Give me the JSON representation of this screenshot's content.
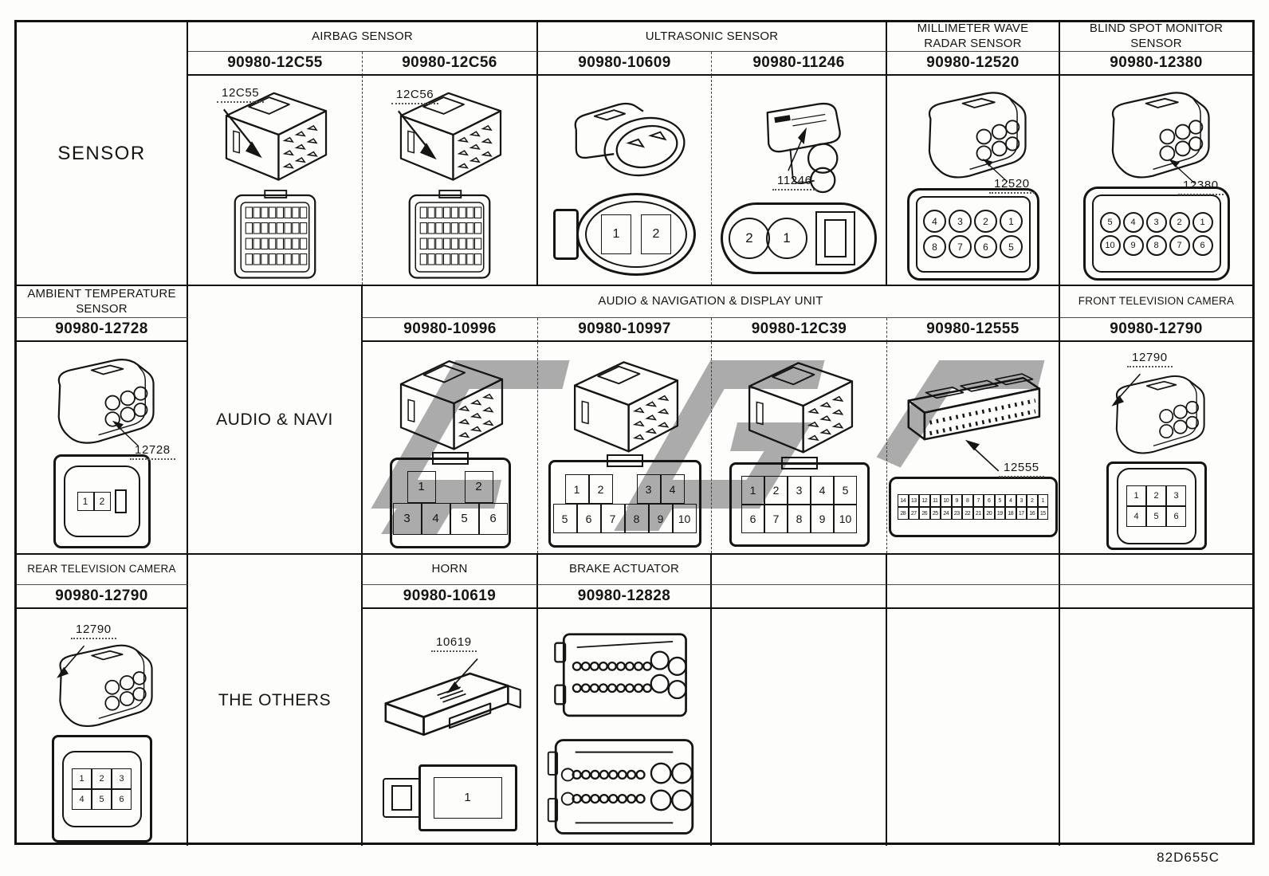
{
  "sheet_code": "82D655C",
  "colors": {
    "line": "#151515",
    "watermark_gray": "#ababab"
  },
  "sensor_band": {
    "row_label": "SENSOR",
    "headers": {
      "airbag": "AIRBAG SENSOR",
      "ultrasonic": "ULTRASONIC SENSOR",
      "millimeter_wave": "MILLIMETER WAVE\nRADAR SENSOR",
      "blind_spot": "BLIND SPOT MONITOR\nSENSOR"
    },
    "connectors": {
      "c12c55": {
        "part_number": "90980-12C55",
        "callout": "12C55"
      },
      "c12c56": {
        "part_number": "90980-12C56",
        "callout": "12C56"
      },
      "c10609": {
        "part_number": "90980-10609",
        "pins": [
          [
            "1",
            "2"
          ]
        ]
      },
      "c11246": {
        "part_number": "90980-11246",
        "callout": "11246",
        "pins": [
          [
            "2",
            "1"
          ]
        ]
      },
      "c12520": {
        "part_number": "90980-12520",
        "callout": "12520",
        "pins": [
          [
            "4",
            "3",
            "2",
            "1"
          ],
          [
            "8",
            "7",
            "6",
            "5"
          ]
        ]
      },
      "c12380": {
        "part_number": "90980-12380",
        "callout": "12380",
        "pins": [
          [
            "5",
            "4",
            "3",
            "2",
            "1"
          ],
          [
            "10",
            "9",
            "8",
            "7",
            "6"
          ]
        ]
      }
    }
  },
  "audio_band": {
    "row_label": "AUDIO & NAVI",
    "headers": {
      "ambient": "AMBIENT TEMPERATURE\nSENSOR",
      "group": "AUDIO & NAVIGATION & DISPLAY UNIT",
      "front_tv": "FRONT TELEVISION CAMERA"
    },
    "connectors": {
      "c12728": {
        "part_number": "90980-12728",
        "callout": "12728",
        "pins": [
          [
            "1",
            "2"
          ]
        ]
      },
      "c10996": {
        "part_number": "90980-10996",
        "pins": [
          [
            "1",
            "",
            "2"
          ],
          [
            "3",
            "4",
            "5",
            "6"
          ]
        ]
      },
      "c10997": {
        "part_number": "90980-10997",
        "pins": [
          [
            "1",
            "2",
            "",
            "3",
            "4"
          ],
          [
            "5",
            "6",
            "7",
            "8",
            "9",
            "10"
          ]
        ]
      },
      "c12c39": {
        "part_number": "90980-12C39",
        "pins": [
          [
            "1",
            "2",
            "3",
            "4",
            "5"
          ],
          [
            "6",
            "7",
            "8",
            "9",
            "10"
          ]
        ]
      },
      "c12555": {
        "part_number": "90980-12555",
        "callout": "12555",
        "pins": [
          [
            "14",
            "13",
            "12",
            "11",
            "10",
            "9",
            "8",
            "7",
            "6",
            "5",
            "4",
            "3",
            "2",
            "1"
          ],
          [
            "28",
            "27",
            "26",
            "25",
            "24",
            "23",
            "22",
            "21",
            "20",
            "19",
            "18",
            "17",
            "16",
            "15"
          ]
        ]
      },
      "c12790_front": {
        "part_number": "90980-12790",
        "callout": "12790",
        "pins": [
          [
            "1",
            "2",
            "3"
          ],
          [
            "4",
            "5",
            "6"
          ]
        ]
      }
    }
  },
  "others_band": {
    "row_label": "THE OTHERS",
    "headers": {
      "rear_tv": "REAR TELEVISION CAMERA",
      "horn": "HORN",
      "brake": "BRAKE ACTUATOR"
    },
    "connectors": {
      "c12790_rear": {
        "part_number": "90980-12790",
        "callout": "12790",
        "pins": [
          [
            "1",
            "2",
            "3"
          ],
          [
            "4",
            "5",
            "6"
          ]
        ]
      },
      "c10619": {
        "part_number": "90980-10619",
        "callout": "10619",
        "pins": [
          [
            "1"
          ]
        ]
      },
      "c12828": {
        "part_number": "90980-12828"
      }
    }
  }
}
